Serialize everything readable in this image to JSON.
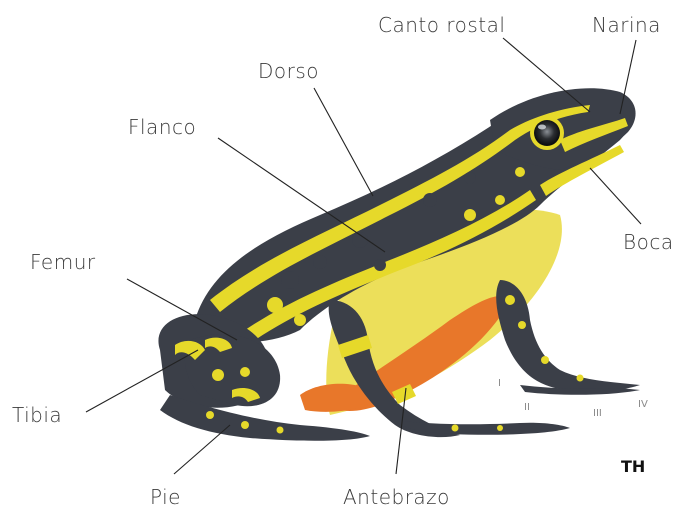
{
  "labels": {
    "canto_rostal": "Canto rostal",
    "narina": "Narina",
    "dorso": "Dorso",
    "flanco": "Flanco",
    "boca": "Boca",
    "femur": "Femur",
    "tibia": "Tibia",
    "pie": "Pie",
    "antebrazo": "Antebrazo"
  },
  "digits": {
    "d1": "I",
    "d2": "II",
    "d3": "III",
    "d4": "IV"
  },
  "brand": "TH",
  "colors": {
    "skin_dark": "#3b3f48",
    "skin_yellow": "#e6d92a",
    "belly_yellow": "#ecdf5a",
    "belly_orange": "#e8772a",
    "leader_line": "#222222"
  }
}
